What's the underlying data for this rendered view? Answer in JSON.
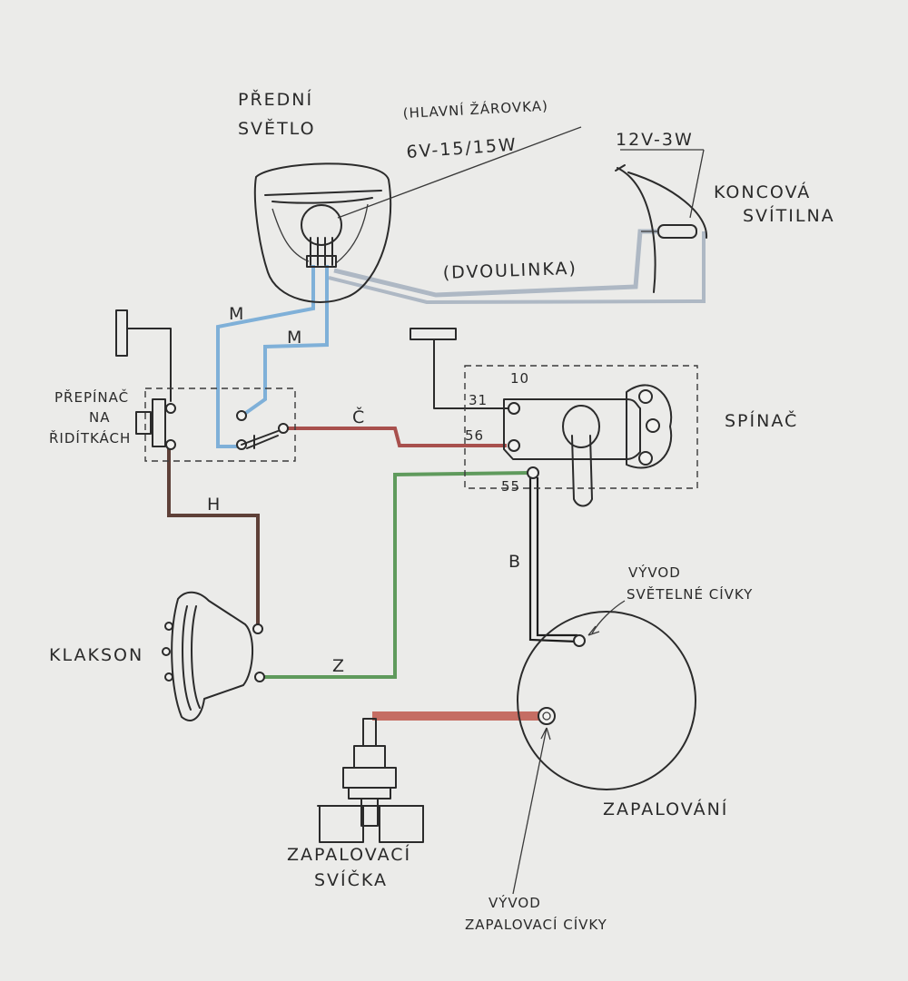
{
  "labels": {
    "predni": "PŘEDNÍ",
    "svetlo": "SVĚTLO",
    "hlavni_zarovka": "(HLAVNÍ ŽÁROVKA)",
    "bulb_rating": "6V-15/15W",
    "tail_rating": "12V-3W",
    "koncova": "KONCOVÁ",
    "svitilna": "SVÍTILNA",
    "dvoulinka": "(DVOULINKA)",
    "prepinac_1": "PŘEPÍNAČ",
    "prepinac_2": "NA",
    "prepinac_3": "ŘIDÍTKÁCH",
    "spinac": "SPÍNAČ",
    "klakson": "KLAKSON",
    "vyvod_svetelne_1": "VÝVOD",
    "vyvod_svetelne_2": "SVĚTELNÉ CÍVKY",
    "zapalovani": "ZAPALOVÁNÍ",
    "svicka_1": "ZAPALOVACÍ",
    "svicka_2": "SVÍČKA",
    "vyvod_zapalovaci_1": "VÝVOD",
    "vyvod_zapalovaci_2": "ZAPALOVACÍ CÍVKY"
  },
  "wire_letters": {
    "m1": "M",
    "m2": "M",
    "c": "Č",
    "h": "H",
    "z": "Z",
    "b": "B"
  },
  "terminals": {
    "t10": "10",
    "t31": "31",
    "t56": "56",
    "t55": "55"
  },
  "colors": {
    "blue_wire": "#7fb0d8",
    "red_wire": "#a8504d",
    "brown_wire": "#5e4038",
    "green_wire": "#5f9a5c",
    "grey_wire": "#aeb8c4",
    "black_wire": "#1c1c1c",
    "hv_wire": "#c56d63"
  }
}
